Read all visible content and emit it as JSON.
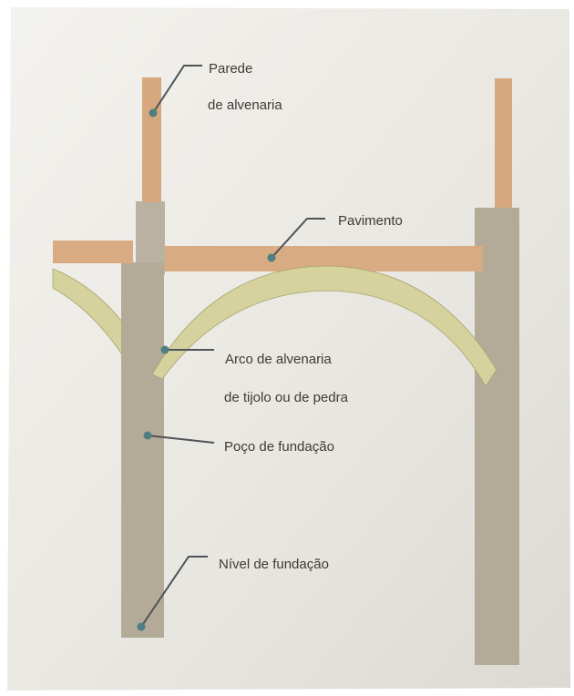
{
  "labels": {
    "wall_line1": "Parede",
    "wall_line2": "de alvenaria",
    "floor": "Pavimento",
    "arch_line1": "Arco de alvenaria",
    "arch_line2": "de tijolo  ou de pedra",
    "well": "Poço de fundação",
    "level": "Nível de fundação"
  },
  "colors": {
    "paper": "#e7e4dd",
    "wall": "#d7a87e",
    "floor_slab": "#d9ab82",
    "arch": "#d6d29e",
    "column_upper": "#b9b2a2",
    "column": "#b3aa98",
    "leader": "#4e5358",
    "dot": "#4f7f82",
    "text": "#3f3a36"
  }
}
